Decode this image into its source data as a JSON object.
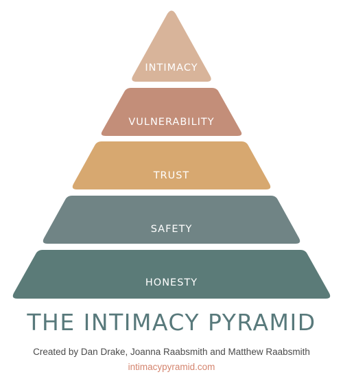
{
  "pyramid": {
    "tiers": [
      {
        "label": "INTIMACY",
        "color": "#d8b49a"
      },
      {
        "label": "VULNERABILITY",
        "color": "#c38e79"
      },
      {
        "label": "TRUST",
        "color": "#d7a870"
      },
      {
        "label": "SAFETY",
        "color": "#708485"
      },
      {
        "label": "HONESTY",
        "color": "#5b7b78"
      }
    ]
  },
  "title": "THE INTIMACY PYRAMID",
  "credit": "Created by Dan Drake, Joanna Raabsmith and Matthew Raabsmith",
  "website": "intimacypyramid.com",
  "colors": {
    "title": "#58797b",
    "credit": "#4a4a4a",
    "website": "#d4846e"
  }
}
